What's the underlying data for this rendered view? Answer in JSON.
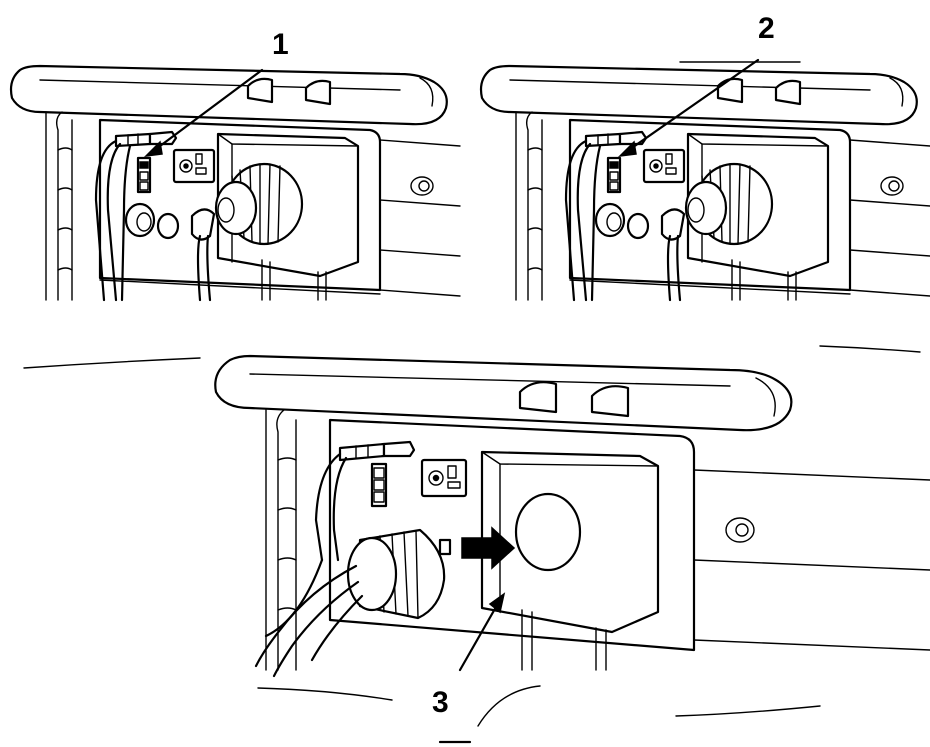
{
  "diagram": {
    "panels": [
      {
        "id": "top-left",
        "callout": "1"
      },
      {
        "id": "top-right",
        "callout": "2"
      },
      {
        "id": "bottom",
        "callout": "3"
      }
    ],
    "colors": {
      "ink": "#000000",
      "paper": "#ffffff"
    },
    "icons": [
      "insertion-arrow-icon"
    ]
  }
}
